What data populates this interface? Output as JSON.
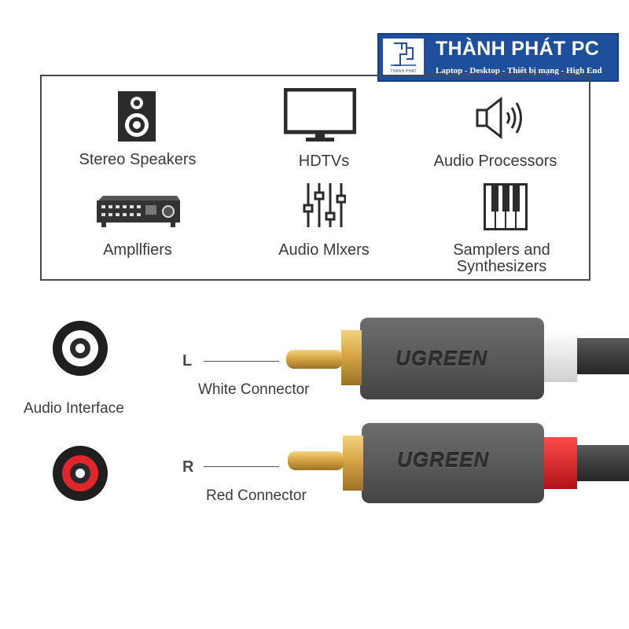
{
  "brand": {
    "name": "THÀNH PHÁT PC",
    "tagline": "Laptop - Desktop - Thiết bị mạng - High End",
    "logo_caption": "THANH PHAT",
    "color": "#1e4f9c"
  },
  "devices": [
    {
      "label": "Stereo Speakers",
      "icon": "speaker-icon"
    },
    {
      "label": "HDTVs",
      "icon": "tv-icon"
    },
    {
      "label": "Audio Processors",
      "icon": "audio-processor-icon"
    },
    {
      "label": "Ampllfiers",
      "icon": "amplifier-icon"
    },
    {
      "label": "Audio Mlxers",
      "icon": "mixer-icon"
    },
    {
      "label": "Samplers and Synthesizers",
      "icon": "piano-keys-icon"
    }
  ],
  "interface": {
    "label": "Audio Interface"
  },
  "connectors": [
    {
      "channel": "L",
      "label": "White Connector",
      "brand": "UGREEN",
      "color": "#f4f4f4"
    },
    {
      "channel": "R",
      "label": "Red Connector",
      "brand": "UGREEN",
      "color": "#e0262c"
    }
  ]
}
